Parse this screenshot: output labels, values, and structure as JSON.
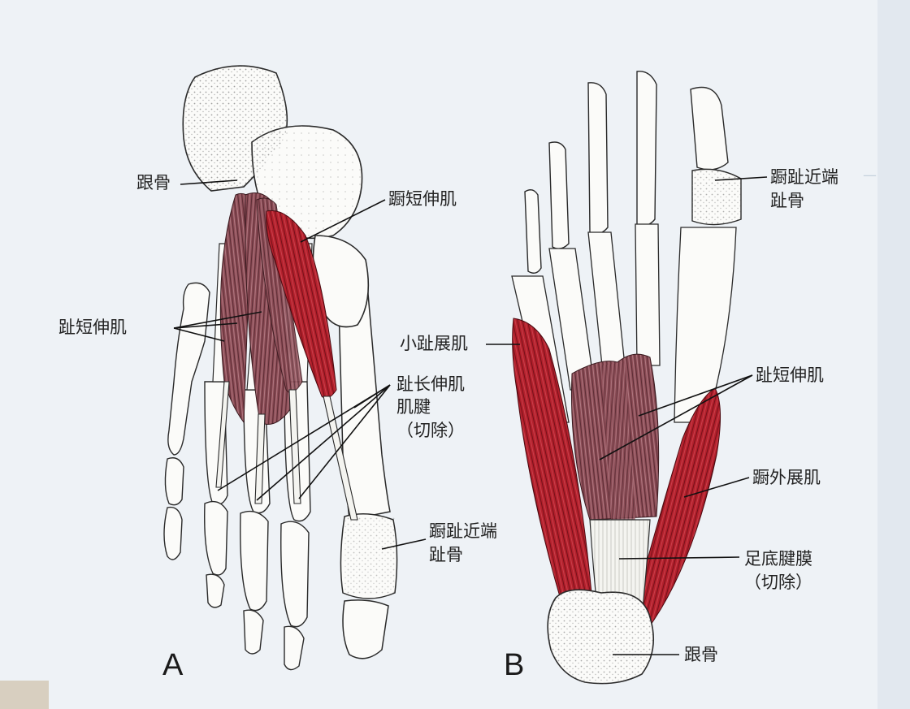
{
  "panel_a": {
    "letter": "A",
    "labels": {
      "calcaneus": "跟骨",
      "ehb": "蹰短伸肌",
      "edb": "趾短伸肌",
      "edl_tendon_1": "趾长伸肌",
      "edl_tendon_2": "肌腱",
      "edl_tendon_3": "（切除）",
      "prox_phalanx_1": "蹰趾近端",
      "prox_phalanx_2": "趾骨"
    }
  },
  "panel_b": {
    "letter": "B",
    "labels": {
      "prox_phalanx_1": "蹰趾近端",
      "prox_phalanx_2": "趾骨",
      "adm": "小趾展肌",
      "fdb": "趾短伸肌",
      "ah": "蹰外展肌",
      "fascia_1": "足底腱膜",
      "fascia_2": "（切除）",
      "calcaneus": "跟骨"
    }
  },
  "colors": {
    "background": "#eef2f6",
    "bone_fill": "#fbfbf9",
    "bone_stroke": "#2a2a2a",
    "muscle_red": "#b3202c",
    "muscle_mauve": "#8c4c56"
  }
}
